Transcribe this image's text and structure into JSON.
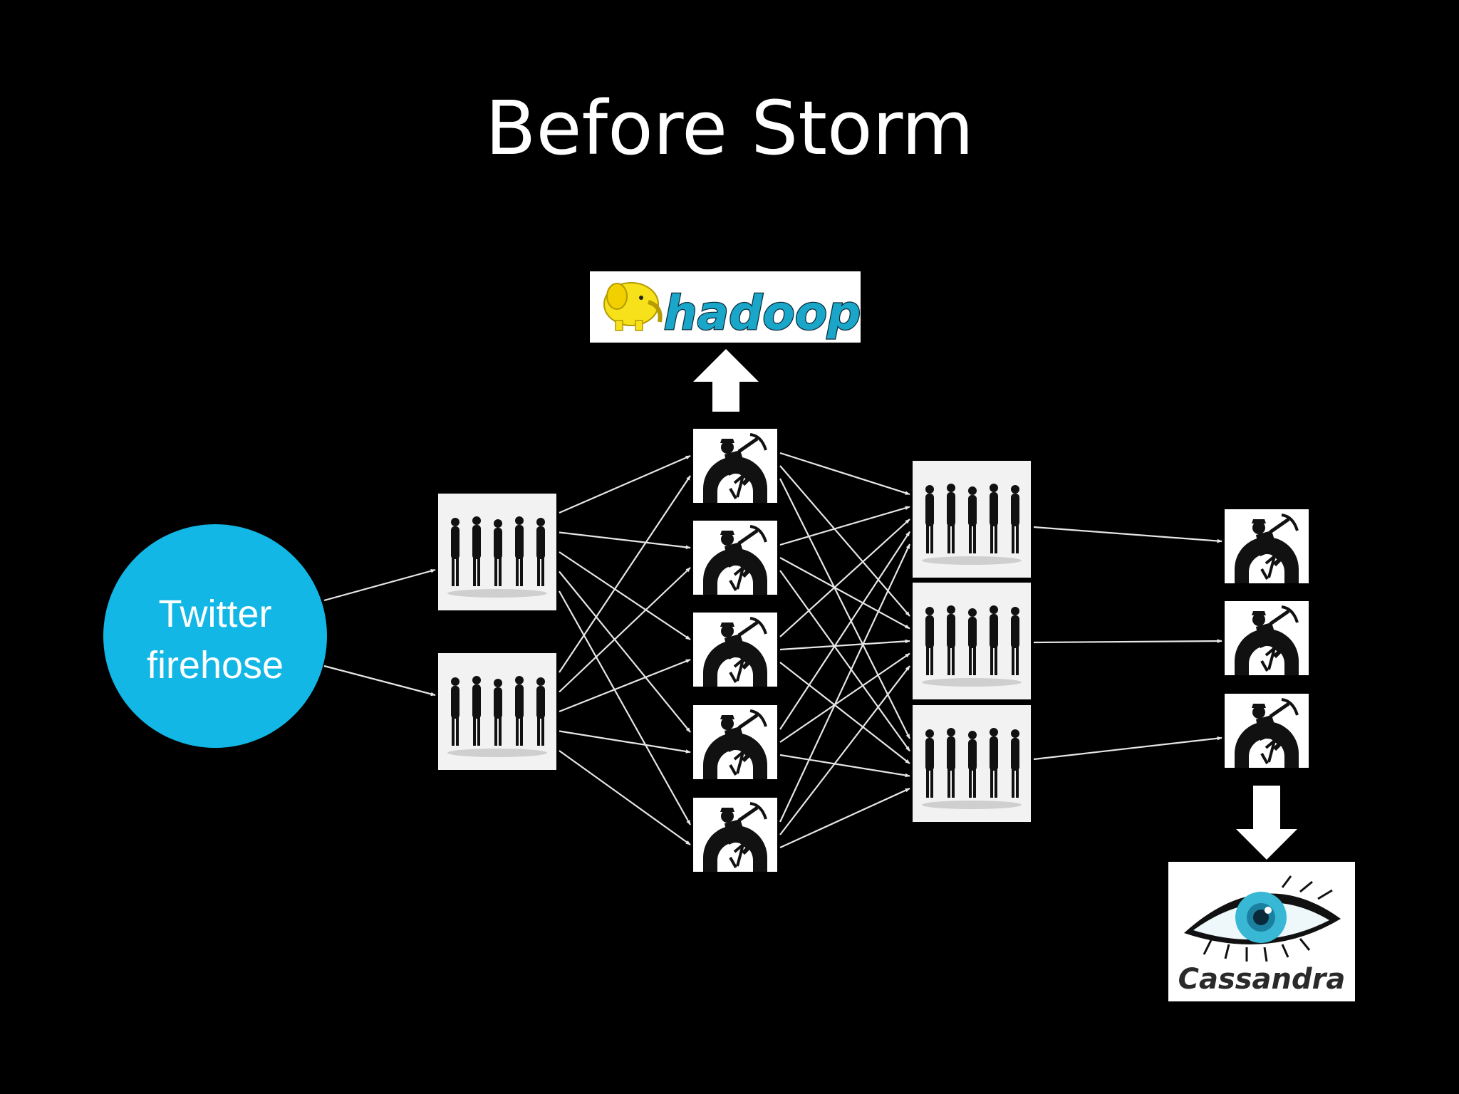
{
  "slide": {
    "title": "Before Storm",
    "source": {
      "label": "Twitter firehose",
      "line1": "Twitter",
      "line2": "firehose",
      "color": "#12b7e6"
    },
    "sinks": {
      "hadoop": "hadoop",
      "cassandra": "Cassandra"
    },
    "nodes": {
      "queue_column_1": "queue-icon",
      "worker_column_1": "worker-icon",
      "queue_column_2": "queue-icon",
      "worker_column_2": "worker-icon"
    },
    "colors": {
      "background": "#000000",
      "title": "#ffffff",
      "arrow": "#e8e8e8",
      "hadoop_text": "#1aa6c8",
      "cassandra_eye": "#38b8d4"
    }
  }
}
